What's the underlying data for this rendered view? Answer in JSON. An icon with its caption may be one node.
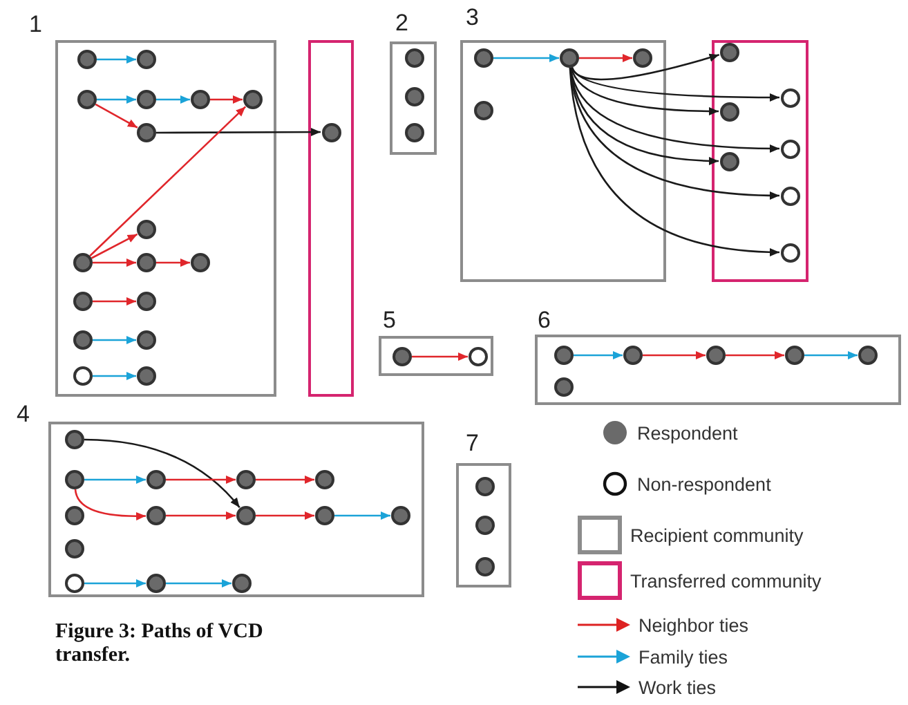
{
  "diagram": {
    "caption": "Figure 3: Paths of VCD transfer.",
    "nodes": [
      {
        "text": [
          "1"
        ]
      },
      {
        "text": [],
        "shape": "circle",
        "in": 0
      },
      {
        "text": [],
        "shape": "circle",
        "in": 0
      },
      {
        "text": [],
        "shape": "circle",
        "in": 0
      },
      {
        "text": [],
        "shape": "circle",
        "in": 0
      },
      {
        "text": [],
        "shape": "circle",
        "in": 0
      },
      {
        "text": [],
        "shape": "circle",
        "in": 0
      },
      {
        "text": [],
        "shape": "circle",
        "in": 0
      },
      {
        "text": [],
        "shape": "circle",
        "in": 0
      },
      {
        "text": [],
        "shape": "circle",
        "in": 0
      },
      {
        "text": [],
        "shape": "circle",
        "in": 0
      },
      {
        "text": [],
        "shape": "circle",
        "in": 0
      },
      {
        "text": [],
        "shape": "circle",
        "in": 0
      },
      {
        "text": [],
        "shape": "circle",
        "in": 0
      },
      {
        "text": [],
        "shape": "circle",
        "in": 0
      },
      {
        "text": [],
        "shape": "circle",
        "in": 0
      },
      {
        "text": [],
        "shape": "ring",
        "in": 0
      },
      {
        "text": [],
        "shape": "circle",
        "in": 0
      },
      {
        "text": [],
        "shape": "box"
      },
      {
        "text": [],
        "shape": "circle",
        "in": 18
      },
      {
        "text": [
          "2"
        ]
      },
      {
        "text": [],
        "shape": "circle",
        "in": 20
      },
      {
        "text": [],
        "shape": "circle",
        "in": 20
      },
      {
        "text": [],
        "shape": "circle",
        "in": 20
      },
      {
        "text": [
          "3"
        ]
      },
      {
        "text": [],
        "shape": "circle",
        "in": 24
      },
      {
        "text": [],
        "shape": "circle",
        "in": 24
      },
      {
        "text": [],
        "shape": "circle",
        "in": 24
      },
      {
        "text": [],
        "shape": "circle",
        "in": 24
      },
      {
        "text": [],
        "shape": "box"
      },
      {
        "text": [],
        "shape": "circle",
        "in": 29
      },
      {
        "text": [],
        "shape": "ring",
        "in": 29
      },
      {
        "text": [],
        "shape": "circle",
        "in": 29
      },
      {
        "text": [],
        "shape": "ring",
        "in": 29
      },
      {
        "text": [],
        "shape": "circle",
        "in": 29
      },
      {
        "text": [],
        "shape": "ring",
        "in": 29
      },
      {
        "text": [],
        "shape": "ring",
        "in": 29
      },
      {
        "text": [
          "5"
        ]
      },
      {
        "text": [],
        "shape": "circle",
        "in": 37
      },
      {
        "text": [],
        "shape": "ring",
        "in": 37
      },
      {
        "text": [
          "6"
        ]
      },
      {
        "text": [],
        "shape": "circle",
        "in": 40
      },
      {
        "text": [],
        "shape": "circle",
        "in": 40
      },
      {
        "text": [],
        "shape": "circle",
        "in": 40
      },
      {
        "text": [],
        "shape": "circle",
        "in": 40
      },
      {
        "text": [],
        "shape": "circle",
        "in": 40
      },
      {
        "text": [],
        "shape": "circle",
        "in": 40
      },
      {
        "text": [
          "4"
        ]
      },
      {
        "text": [],
        "shape": "circle",
        "in": 47
      },
      {
        "text": [],
        "shape": "circle",
        "in": 47
      },
      {
        "text": [],
        "shape": "circle",
        "in": 47
      },
      {
        "text": [],
        "shape": "circle",
        "in": 47
      },
      {
        "text": [],
        "shape": "circle",
        "in": 47
      },
      {
        "text": [],
        "shape": "circle",
        "in": 47
      },
      {
        "text": [],
        "shape": "circle",
        "in": 47
      },
      {
        "text": [],
        "shape": "circle",
        "in": 47
      },
      {
        "text": [],
        "shape": "circle",
        "in": 47
      },
      {
        "text": [],
        "shape": "circle",
        "in": 47
      },
      {
        "text": [],
        "shape": "circle",
        "in": 47
      },
      {
        "text": [],
        "shape": "ring",
        "in": 47
      },
      {
        "text": [],
        "shape": "circle",
        "in": 47
      },
      {
        "text": [],
        "shape": "circle",
        "in": 47
      },
      {
        "text": [
          "7"
        ]
      },
      {
        "text": [],
        "shape": "circle",
        "in": 62
      },
      {
        "text": [],
        "shape": "circle",
        "in": 62
      },
      {
        "text": [],
        "shape": "circle",
        "in": 62
      }
    ],
    "edges": [
      {
        "from": 1,
        "to": 2,
        "arrow": "to",
        "color": "#1ba3d8"
      },
      {
        "from": 3,
        "to": 4,
        "arrow": "to",
        "color": "#1ba3d8"
      },
      {
        "from": 4,
        "to": 5,
        "arrow": "to",
        "color": "#1ba3d8"
      },
      {
        "from": 5,
        "to": 6,
        "arrow": "to",
        "color": "#e0262b"
      },
      {
        "from": 3,
        "to": 7,
        "arrow": "to",
        "color": "#e0262b"
      },
      {
        "from": 7,
        "to": 19,
        "arrow": "to",
        "color": "#1a1a1a"
      },
      {
        "from": 9,
        "to": 8,
        "arrow": "to",
        "color": "#e0262b"
      },
      {
        "from": 9,
        "to": 6,
        "arrow": "to",
        "color": "#e0262b"
      },
      {
        "from": 9,
        "to": 10,
        "arrow": "to",
        "color": "#e0262b"
      },
      {
        "from": 10,
        "to": 11,
        "arrow": "to",
        "color": "#e0262b"
      },
      {
        "from": 12,
        "to": 13,
        "arrow": "to",
        "color": "#e0262b"
      },
      {
        "from": 14,
        "to": 15,
        "arrow": "to",
        "color": "#1ba3d8"
      },
      {
        "from": 16,
        "to": 17,
        "arrow": "to",
        "color": "#1ba3d8"
      },
      {
        "from": 25,
        "to": 26,
        "arrow": "to",
        "color": "#1ba3d8"
      },
      {
        "from": 26,
        "to": 27,
        "arrow": "to",
        "color": "#e0262b"
      },
      {
        "from": 26,
        "to": 30,
        "arrow": "to",
        "color": "#1a1a1a"
      },
      {
        "from": 26,
        "to": 31,
        "arrow": "to",
        "color": "#1a1a1a"
      },
      {
        "from": 26,
        "to": 32,
        "arrow": "to",
        "color": "#1a1a1a"
      },
      {
        "from": 26,
        "to": 33,
        "arrow": "to",
        "color": "#1a1a1a"
      },
      {
        "from": 26,
        "to": 34,
        "arrow": "to",
        "color": "#1a1a1a"
      },
      {
        "from": 26,
        "to": 35,
        "arrow": "to",
        "color": "#1a1a1a"
      },
      {
        "from": 26,
        "to": 36,
        "arrow": "to",
        "color": "#1a1a1a"
      },
      {
        "from": 38,
        "to": 39,
        "arrow": "to",
        "color": "#e0262b"
      },
      {
        "from": 41,
        "to": 42,
        "arrow": "to",
        "color": "#1ba3d8"
      },
      {
        "from": 42,
        "to": 43,
        "arrow": "to",
        "color": "#e0262b"
      },
      {
        "from": 43,
        "to": 44,
        "arrow": "to",
        "color": "#e0262b"
      },
      {
        "from": 44,
        "to": 45,
        "arrow": "to",
        "color": "#1ba3d8"
      },
      {
        "from": 48,
        "to": 55,
        "arrow": "to",
        "color": "#1a1a1a"
      },
      {
        "from": 49,
        "to": 50,
        "arrow": "to",
        "color": "#1ba3d8"
      },
      {
        "from": 50,
        "to": 51,
        "arrow": "to",
        "color": "#e0262b"
      },
      {
        "from": 51,
        "to": 52,
        "arrow": "to",
        "color": "#e0262b"
      },
      {
        "from": 49,
        "to": 54,
        "arrow": "to",
        "color": "#e0262b"
      },
      {
        "from": 54,
        "to": 55,
        "arrow": "to",
        "color": "#e0262b"
      },
      {
        "from": 55,
        "to": 56,
        "arrow": "to",
        "color": "#e0262b"
      },
      {
        "from": 56,
        "to": 57,
        "arrow": "to",
        "color": "#1ba3d8"
      },
      {
        "from": 59,
        "to": 60,
        "arrow": "to",
        "color": "#1ba3d8"
      },
      {
        "from": 60,
        "to": 61,
        "arrow": "to",
        "color": "#1ba3d8"
      }
    ],
    "legend": [
      {
        "text": "Respondent"
      },
      {
        "text": "Non-respondent"
      },
      {
        "text": "Recipient community"
      },
      {
        "text": "Transferred community"
      },
      {
        "text": "Neighbor ties"
      },
      {
        "text": "Family ties"
      },
      {
        "text": "Work ties"
      }
    ]
  }
}
